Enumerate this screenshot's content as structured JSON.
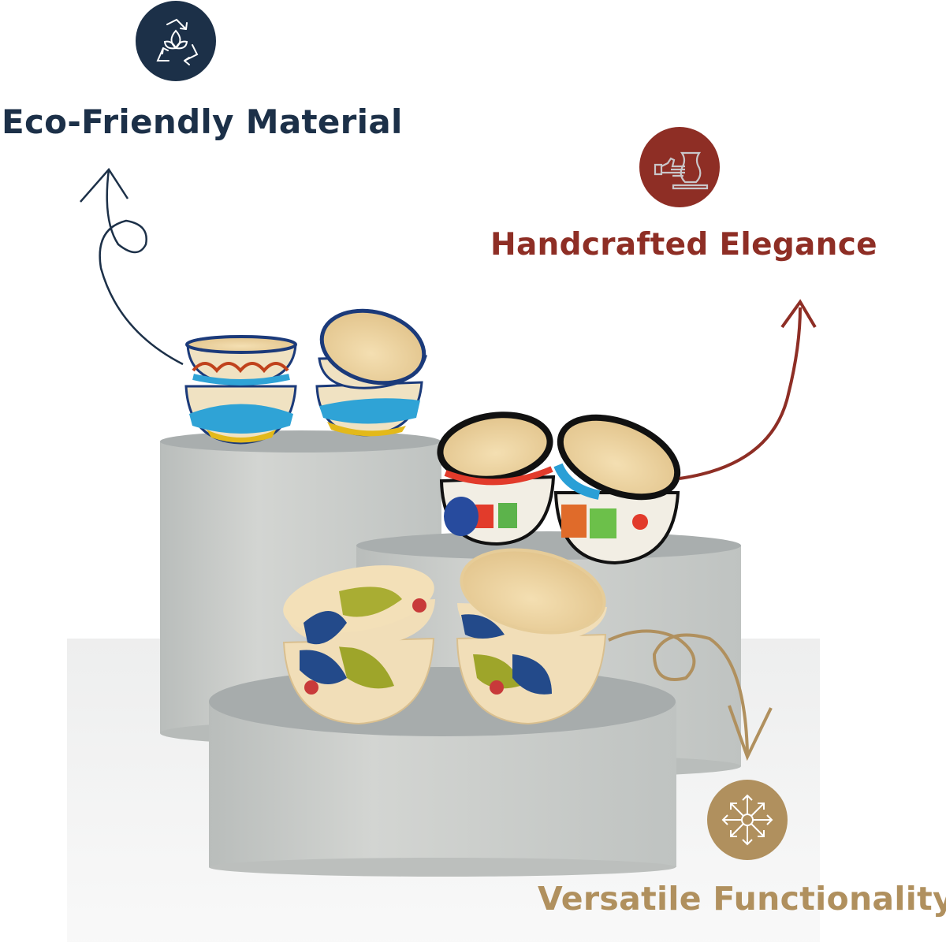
{
  "features": [
    {
      "label": "Eco-Friendly Material",
      "icon": "recycle-leaf-icon",
      "color": "#1c3048"
    },
    {
      "label": "Handcrafted Elegance",
      "icon": "pottery-hand-icon",
      "color": "#8e2e25"
    },
    {
      "label": "Versatile Functionality",
      "icon": "expand-arrows-icon",
      "color": "#b0905e"
    }
  ]
}
